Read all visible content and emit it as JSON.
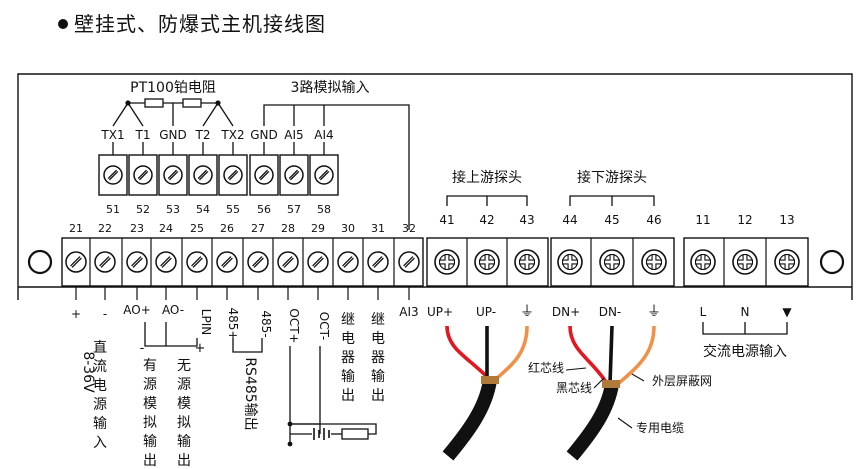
{
  "title": "壁挂式、防爆式主机接线图",
  "top_block": {
    "group_pt100": "PT100铂电阻",
    "group_analog": "3路模拟输入",
    "labels": [
      "TX1",
      "T1",
      "GND",
      "T2",
      "TX2",
      "GND",
      "AI5",
      "AI4"
    ],
    "numbers": [
      "51",
      "52",
      "53",
      "54",
      "55",
      "56",
      "57",
      "58"
    ]
  },
  "bottom_block": {
    "numbers": [
      "21",
      "22",
      "23",
      "24",
      "25",
      "26",
      "27",
      "28",
      "29",
      "30",
      "31",
      "32"
    ],
    "ai3": "AI3",
    "dc_plus": "+",
    "dc_minus": "-",
    "dc_text": "直流电源输入",
    "dc_voltage": "8-36V",
    "ao_plus": "AO+",
    "ao_minus": "AO-",
    "lpin": "LPIN",
    "src_minus": "-",
    "src_plus": "+",
    "active_text": "有源模拟输出",
    "passive_text": "无源模拟输出",
    "rs_plus": "485+",
    "rs_minus": "485-",
    "rs_text": "RS485输出",
    "oct_plus": "OCT+",
    "oct_minus": "OCT-",
    "relay_text": "继电器输出"
  },
  "probes": {
    "upstream_title": "接上游探头",
    "downstream_title": "接下游探头",
    "upstream_numbers": [
      "41",
      "42",
      "43"
    ],
    "downstream_numbers": [
      "44",
      "45",
      "46"
    ],
    "upstream_labels": [
      "UP+",
      "UP-",
      "⏚"
    ],
    "downstream_labels": [
      "DN+",
      "DN-",
      "⏚"
    ],
    "red_wire": "红芯线",
    "black_wire": "黑芯线",
    "shield": "外层屏蔽网",
    "cable": "专用电缆"
  },
  "ac": {
    "numbers": [
      "11",
      "12",
      "13"
    ],
    "labels": [
      "L",
      "N",
      "▼"
    ],
    "text": "交流电源输入"
  },
  "colors": {
    "red_wire": "#e4161f",
    "shield_wire": "#f0914a",
    "black": "#111111"
  }
}
